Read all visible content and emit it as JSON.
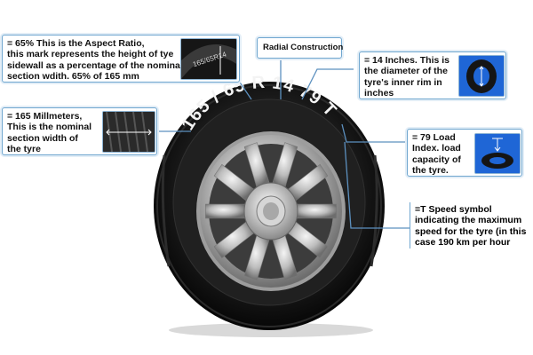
{
  "callouts": {
    "aspect_ratio": {
      "lines": [
        "= 65% This is the Aspect Ratio,",
        "this mark represents the height of tye",
        "sidewall as a percentage of the nominal",
        "section wdith. 65% of 165 mm"
      ],
      "thumb_text": "165/65R14"
    },
    "radial": {
      "label": "Radial Construction"
    },
    "rim": {
      "lines": [
        "= 14 Inches. This is",
        "the diameter of the",
        "tyre's inner rim in",
        "inches"
      ]
    },
    "width": {
      "lines": [
        "= 165 Millmeters,",
        "This is the nominal",
        "section width of",
        "the tyre"
      ]
    },
    "load": {
      "lines": [
        "= 79 Load",
        "Index. load",
        "capacity of",
        "the tyre."
      ]
    },
    "speed": {
      "lines": [
        "=T Speed symbol",
        "indicating the maximum",
        "speed for the tyre (in this",
        "case 190 km per hour"
      ]
    }
  },
  "sidewall": {
    "width": "165",
    "slash": "/",
    "aspect": "65",
    "construction": "R",
    "rim": "14",
    "load": "79",
    "speed": "T"
  },
  "colors": {
    "callout_border": "#6fa6cf",
    "leader_line": "#5c90bf",
    "thumb_blue": "#1f66d6",
    "tyre_dark": "#141414"
  }
}
